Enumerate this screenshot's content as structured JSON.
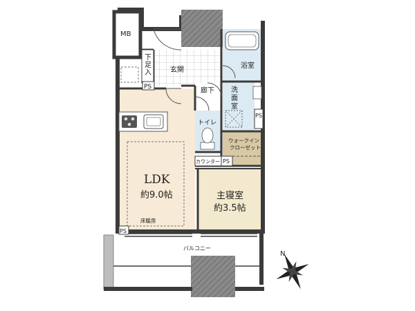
{
  "floorplan": {
    "rooms": {
      "mb": "MB",
      "getabako": "下足入",
      "ps_entry": "PS",
      "genkan": "玄関",
      "roka": "廊下",
      "yokushitsu": "浴室",
      "senmen_line1": "洗",
      "senmen_line2": "面",
      "senmen_line3": "室",
      "toilet": "トイレ",
      "ps_right": "PS",
      "wic_line1": "ウォークイン",
      "wic_line2": "クローゼット",
      "counter": "カウンター",
      "ps_center": "PS",
      "ldk_name": "LDK",
      "ldk_size": "約9.0帖",
      "floor_heating": "床暖房",
      "ps_ldk": "PS",
      "bedroom_name": "主寝室",
      "bedroom_size": "約3.5帖",
      "balcony": "バルコニー"
    },
    "compass": {
      "north_label": "N"
    },
    "colors": {
      "ldk": "#f7ead6",
      "bedroom": "#f3e9cf",
      "bath": "#dbeaf3",
      "wic": "#d9c8a4",
      "wall": "#3b3b3b",
      "column": "#7a7a7a"
    }
  }
}
